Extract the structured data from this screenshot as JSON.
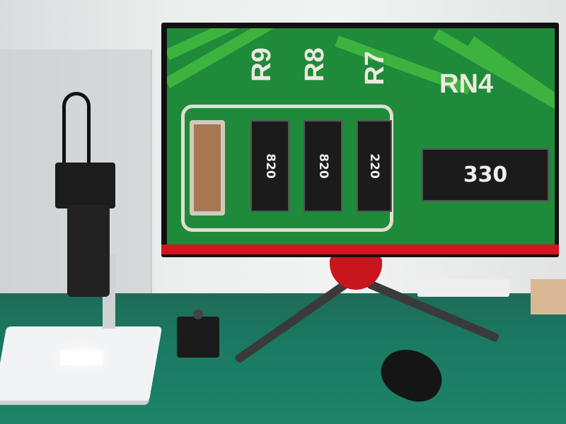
{
  "pcb": {
    "silkscreen": [
      "R9",
      "R8",
      "R7",
      "RN4"
    ],
    "resistors": [
      "820",
      "820",
      "220"
    ],
    "network": "330"
  },
  "colors": {
    "pcb": "#1f8a3a",
    "monitor_accent": "#d3141e",
    "table": "#1a7a62"
  }
}
